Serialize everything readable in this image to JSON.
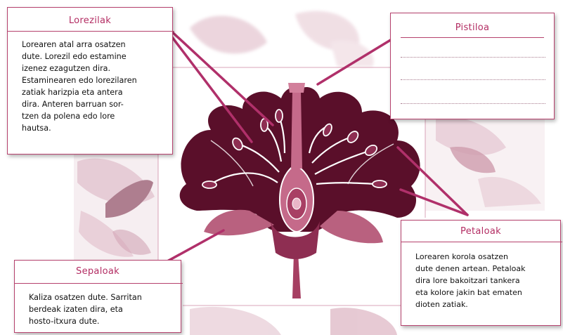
{
  "colors": {
    "accent": "#b32d63",
    "flower_dark": "#5a0f2a",
    "flower_mid": "#7d1f42",
    "flower_light": "#a63f62",
    "leader_line": "#b0306a"
  },
  "cards": {
    "lorezilak": {
      "title": "Lorezilak",
      "lines": [
        "Lorearen atal arra osatzen",
        "dute. Lorezil edo estamine",
        "izenez ezagutzen dira.",
        "Estaminearen edo lorezilaren",
        "zatiak harizpia eta antera",
        "dira. Anteren barruan sor-",
        "tzen da polena edo lore",
        "hautsa."
      ]
    },
    "pistiloa": {
      "title": "Pistiloa",
      "blank_lines": 3
    },
    "petaloak": {
      "title": "Petaloak",
      "lines": [
        "Lorearen korola osatzen",
        "dute denen artean. Petaloak",
        "dira lore bakoitzari tankera",
        "eta kolore jakin bat ematen",
        "dioten zatiak."
      ]
    },
    "sepaloak": {
      "title": "Sepaloak",
      "lines": [
        "Kaliza osatzen dute. Sarritan",
        "berdeak izaten dira, eta",
        "hosto-itxura dute."
      ]
    }
  }
}
